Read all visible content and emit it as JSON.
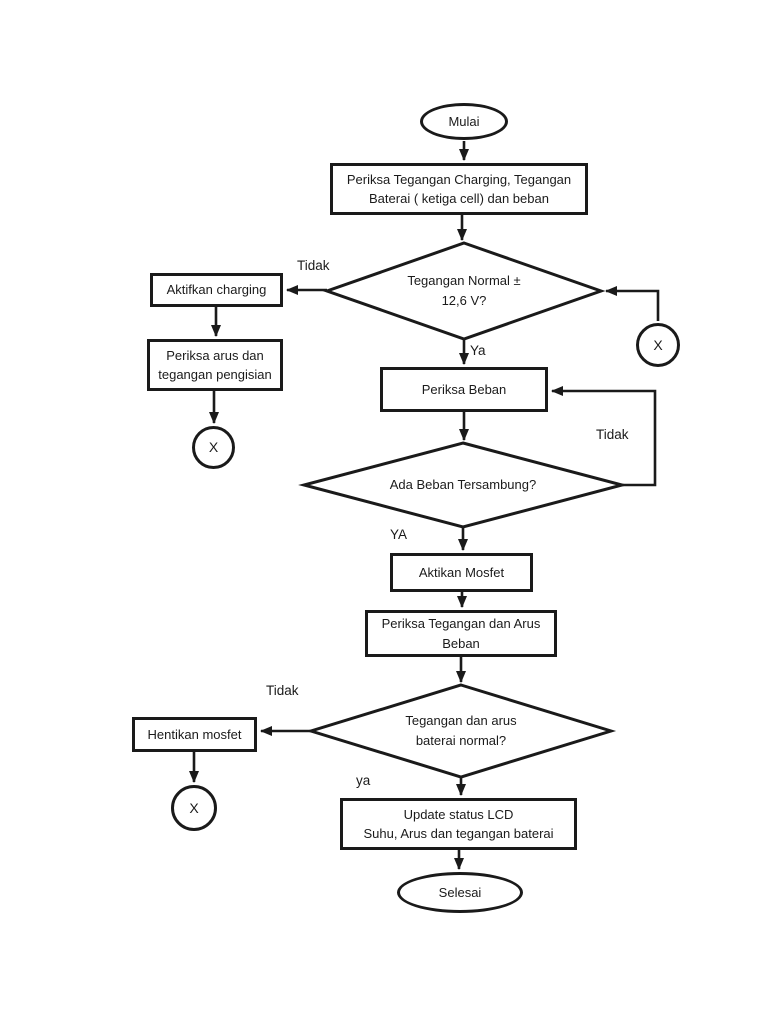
{
  "title": "Flowchart pengisian dan monitoring baterai",
  "colors": {
    "background": "#ffffff",
    "stroke": "#1a1a1a",
    "text": "#1b1b1b"
  },
  "nodes": {
    "start": {
      "type": "terminator",
      "label": "Mulai"
    },
    "check_all": {
      "type": "process",
      "label": "Periksa Tegangan Charging, Tegangan\nBaterai ( ketiga cell) dan beban"
    },
    "decision_voltage": {
      "type": "decision",
      "label": "Tegangan Normal ±\n12,6 V?"
    },
    "activate_charging": {
      "type": "process",
      "label": "Aktifkan charging"
    },
    "check_charging": {
      "type": "process",
      "label": "Periksa arus dan\ntegangan pengisian"
    },
    "connector_left": {
      "type": "connector",
      "label": "X"
    },
    "connector_right": {
      "type": "connector",
      "label": "X"
    },
    "check_load": {
      "type": "process",
      "label": "Periksa Beban"
    },
    "decision_load": {
      "type": "decision",
      "label": "Ada Beban Tersambung?"
    },
    "activate_mosfet": {
      "type": "process",
      "label": "Aktikan Mosfet"
    },
    "check_load_values": {
      "type": "process",
      "label": "Periksa Tegangan dan Arus\nBeban"
    },
    "decision_battery": {
      "type": "decision",
      "label": "Tegangan dan arus\nbaterai normal?"
    },
    "stop_mosfet": {
      "type": "process",
      "label": "Hentikan mosfet"
    },
    "connector_bottom": {
      "type": "connector",
      "label": "X"
    },
    "update_lcd": {
      "type": "process",
      "label": "Update status LCD\nSuhu, Arus dan tegangan baterai"
    },
    "end": {
      "type": "terminator",
      "label": "Selesai"
    }
  },
  "edge_labels": {
    "voltage_no": "Tidak",
    "voltage_yes": "Ya",
    "load_no": "Tidak",
    "load_yes": "YA",
    "battery_no": "Tidak",
    "battery_yes": "ya"
  }
}
